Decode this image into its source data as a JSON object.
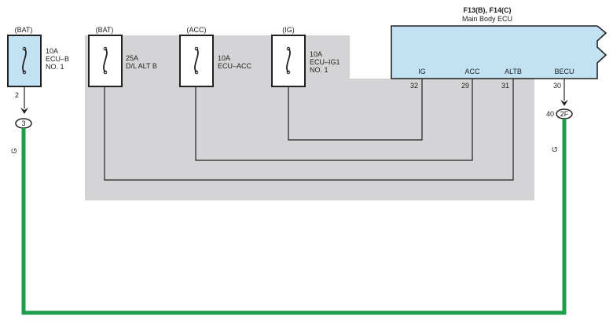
{
  "colors": {
    "wire_green": "#1e9e4a",
    "ecu_fill": "#c2e2f4",
    "shade": "#d4d4d6",
    "line": "#222222"
  },
  "fuses": [
    {
      "source": "(BAT)",
      "rating": "10A",
      "name": "ECU–B",
      "extra": "NO. 1",
      "pin": "2"
    },
    {
      "source": "(BAT)",
      "rating": "25A",
      "name": "D/L ALT B",
      "extra": ""
    },
    {
      "source": "(ACC)",
      "rating": "10A",
      "name": "ECU–ACC",
      "extra": ""
    },
    {
      "source": "(IG)",
      "rating": "10A",
      "name": "ECU–IG1",
      "extra": "NO. 1"
    }
  ],
  "ecu": {
    "connectors": "F13(B), F14(C)",
    "name": "Main Body ECU",
    "terminals": [
      {
        "label": "IG",
        "pin": "32"
      },
      {
        "label": "ACC",
        "pin": "29"
      },
      {
        "label": "ALTB",
        "pin": "31"
      },
      {
        "label": "BECU",
        "pin": "30"
      }
    ]
  },
  "connectors": {
    "left": {
      "label": "3"
    },
    "right": {
      "label": "2F",
      "pin": "40"
    }
  },
  "wire_color": "G"
}
